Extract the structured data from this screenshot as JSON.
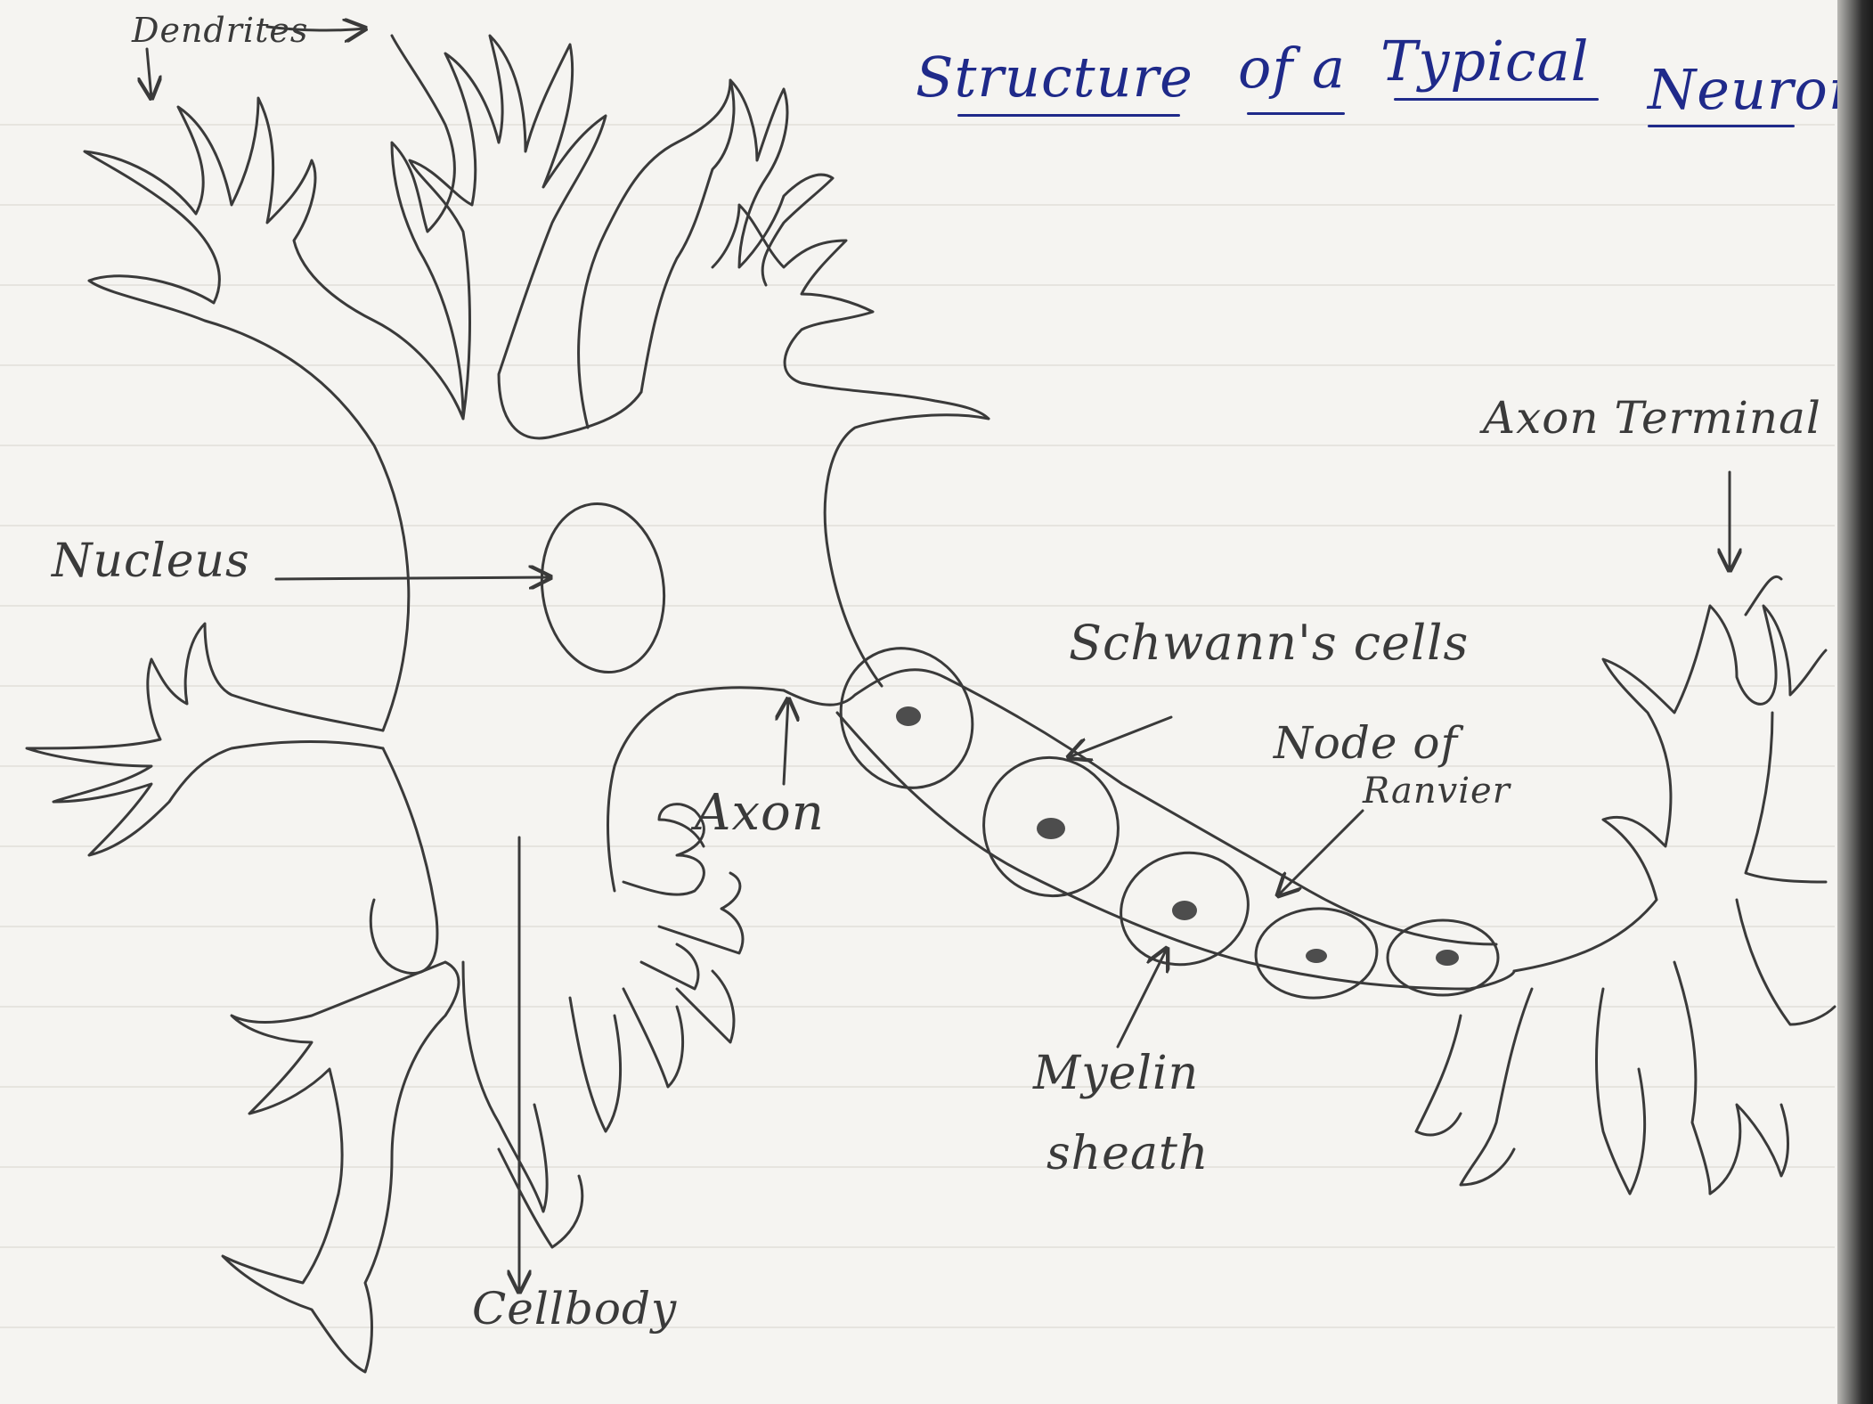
{
  "title": {
    "w1": "Structure",
    "w2": "of a",
    "w3": "Typical",
    "w4": "Neuron"
  },
  "labels": {
    "dendrites": "Dendrites",
    "nucleus": "Nucleus",
    "cell_body": "Cellbody",
    "axon": "Axon",
    "schwann": "Schwann's cells",
    "node_line1": "Node of",
    "node_line2": "Ranvier",
    "myelin_line1": "Myelin",
    "myelin_line2": "sheath",
    "axon_terminal": "Axon Terminal"
  },
  "colors": {
    "ink_pencil": "#3a3a3a",
    "ink_title": "#1f2a8a",
    "paper": "#f5f4f1",
    "rule_lines": "#e3e1dc"
  }
}
